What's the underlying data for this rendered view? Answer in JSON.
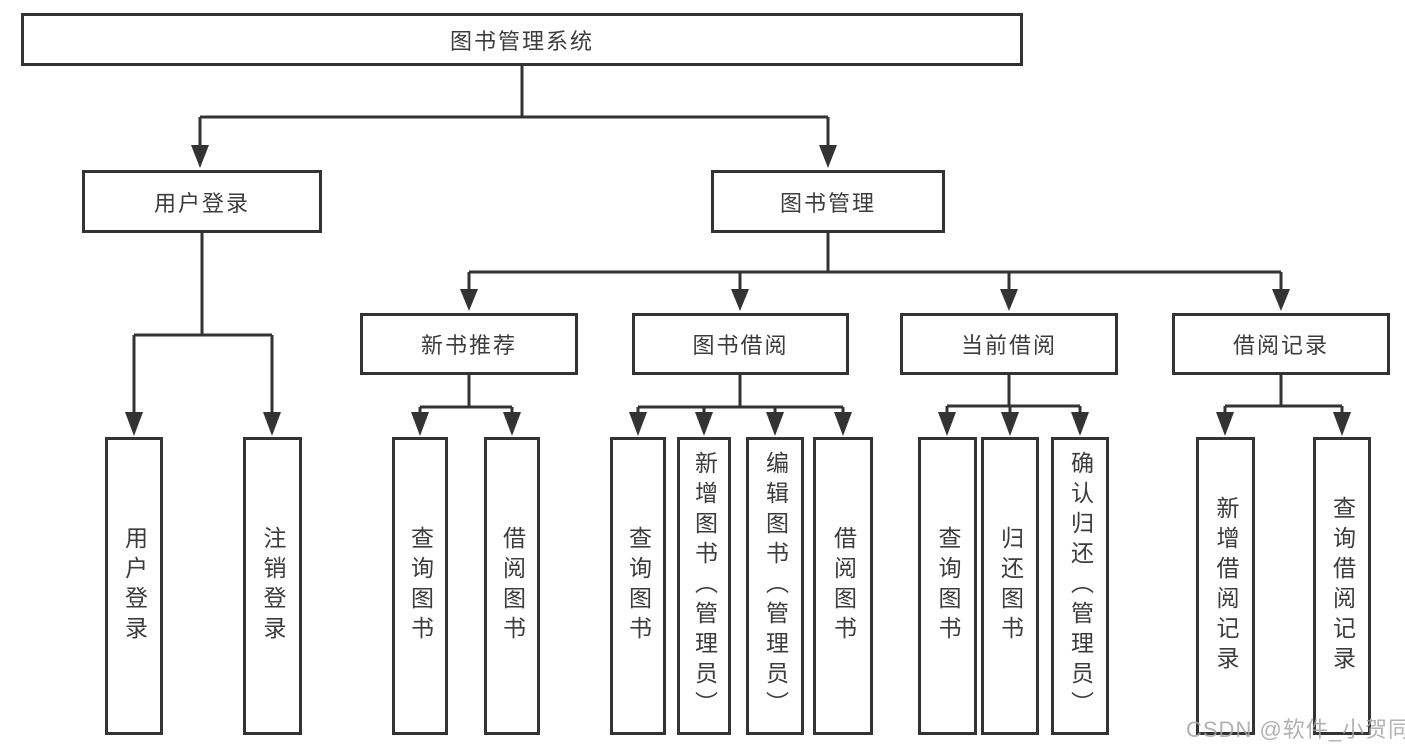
{
  "colors": {
    "line": "#333333",
    "box_border": "#333333",
    "text": "#3c3c3c",
    "watermark": "#a5a5a5",
    "background": "#ffffff"
  },
  "tree": {
    "label": "图书管理系统",
    "children": [
      {
        "label": "用户登录",
        "children": [
          {
            "label": "用户登录"
          },
          {
            "label": "注销登录"
          }
        ]
      },
      {
        "label": "图书管理",
        "children": [
          {
            "label": "新书推荐",
            "children": [
              {
                "label": "查询图书"
              },
              {
                "label": "借阅图书"
              }
            ]
          },
          {
            "label": "图书借阅",
            "children": [
              {
                "label": "查询图书"
              },
              {
                "label": "新增图书（管理员）"
              },
              {
                "label": "编辑图书（管理员）"
              },
              {
                "label": "借阅图书"
              }
            ]
          },
          {
            "label": "当前借阅",
            "children": [
              {
                "label": "查询图书"
              },
              {
                "label": "归还图书"
              },
              {
                "label": "确认归还（管理员）"
              }
            ]
          },
          {
            "label": "借阅记录",
            "children": [
              {
                "label": "新增借阅记录"
              },
              {
                "label": "查询借阅记录"
              }
            ]
          }
        ]
      }
    ]
  },
  "watermark": {
    "text": "CSDN @软件_小贺同学"
  }
}
